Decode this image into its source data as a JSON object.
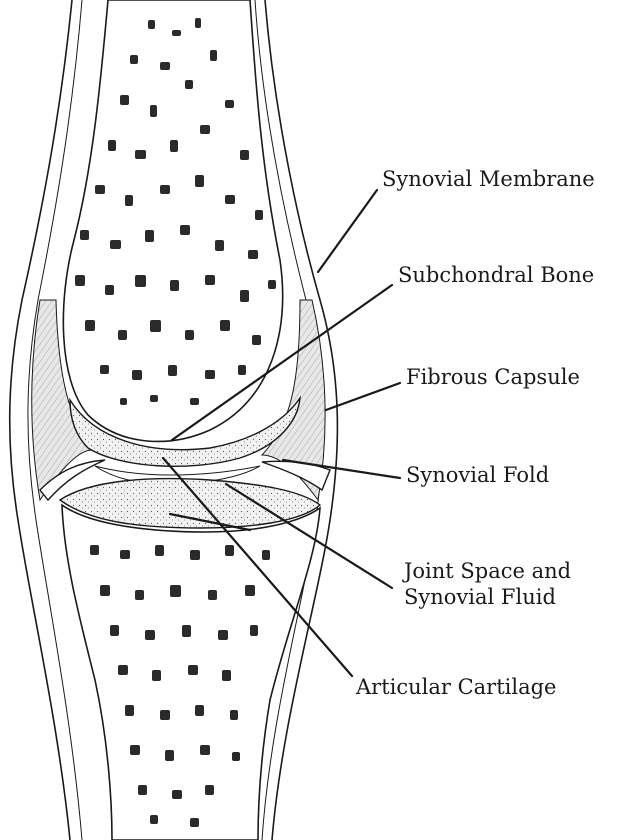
{
  "labels": {
    "synovial_membrane": "Synovial Membrane",
    "subchondral_bone": "Subchondral Bone",
    "fibrous_capsule": "Fibrous Capsule",
    "synovial_fold": "Synovial Fold",
    "joint_space_line1": "Joint Space and",
    "joint_space_line2": "Synovial Fluid",
    "articular_cartilage": "Articular Cartilage"
  },
  "colors": {
    "ink": "#1a1a1a",
    "background": "#ffffff",
    "capsule_shade": "#d9d9d9",
    "cartilage_fill": "#ececec"
  }
}
